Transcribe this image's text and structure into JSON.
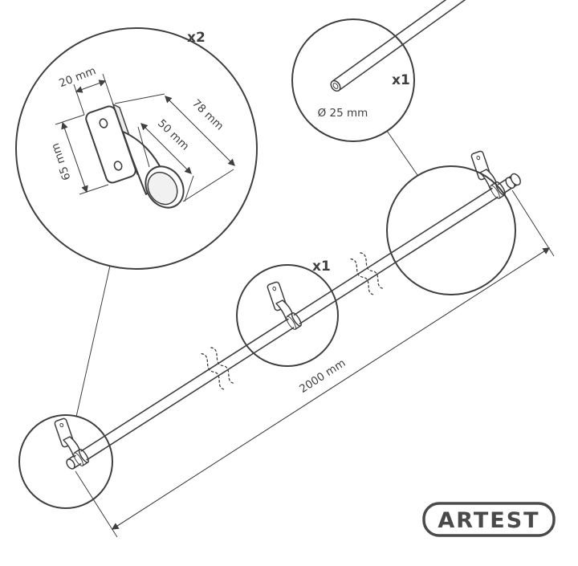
{
  "labels": {
    "bracket_detail_qty": "x2",
    "rod_end_qty": "x1",
    "mid_bracket_qty": "x1",
    "dim_plate_width": "20 mm",
    "dim_total_depth": "78 mm",
    "dim_cap_diameter": "50 mm",
    "dim_plate_height": "65 mm",
    "rod_diameter": "Ø 25 mm",
    "rod_length": "2000 mm",
    "brand": "ARTEST"
  },
  "colors": {
    "line": "#3f3f3f",
    "background": "#ffffff",
    "shade": "#ededed"
  }
}
